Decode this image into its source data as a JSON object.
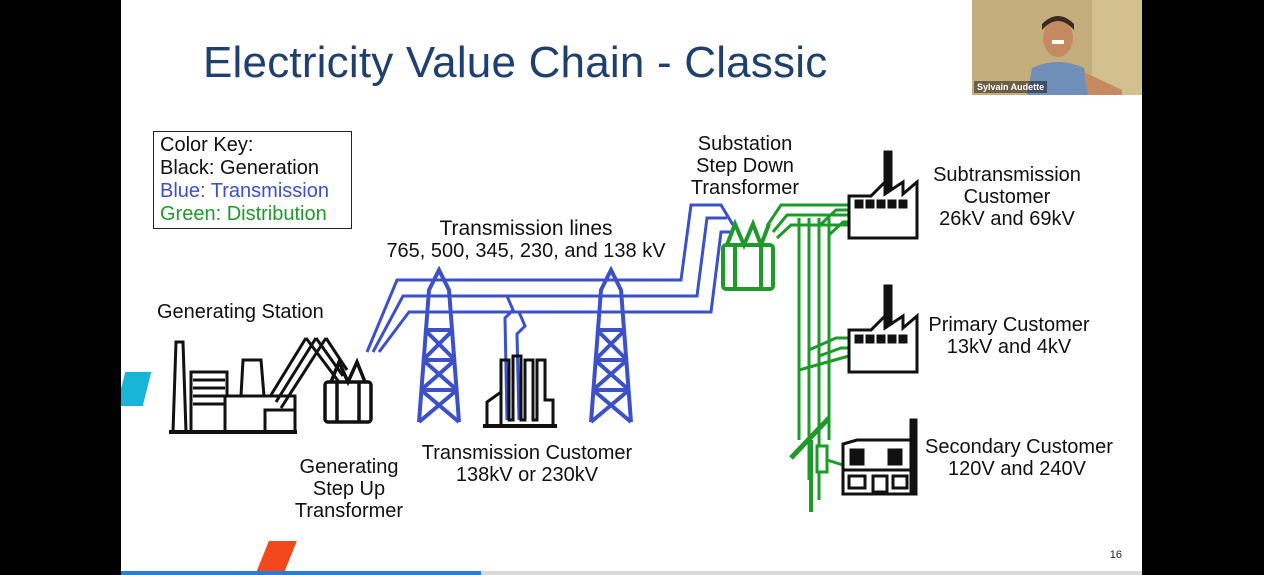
{
  "slide": {
    "title": "Electricity Value Chain - Classic",
    "page_number": "16"
  },
  "color_key": {
    "heading": "Color Key:",
    "black": "Black:  Generation",
    "blue": "Blue:    Transmission",
    "green": "Green: Distribution"
  },
  "labels": {
    "generating_station": "Generating Station",
    "step_up_1": "Generating",
    "step_up_2": "Step Up",
    "step_up_3": "Transformer",
    "trans_lines_1": "Transmission lines",
    "trans_lines_2": "765, 500, 345, 230, and 138 kV",
    "trans_customer_1": "Transmission Customer",
    "trans_customer_2": "138kV or 230kV",
    "substation_1": "Substation",
    "substation_2": "Step Down",
    "substation_3": "Transformer",
    "subtrans_1": "Subtransmission",
    "subtrans_2": "Customer",
    "subtrans_3": "26kV and 69kV",
    "primary_1": "Primary Customer",
    "primary_2": "13kV and 4kV",
    "secondary_1": "Secondary Customer",
    "secondary_2": "120V and 240V"
  },
  "colors": {
    "generation": "#111111",
    "transmission": "#3c50c8",
    "distribution": "#1e9a2a",
    "title": "#1f3f6e"
  },
  "webcam": {
    "name": "Sylvain Audette"
  }
}
